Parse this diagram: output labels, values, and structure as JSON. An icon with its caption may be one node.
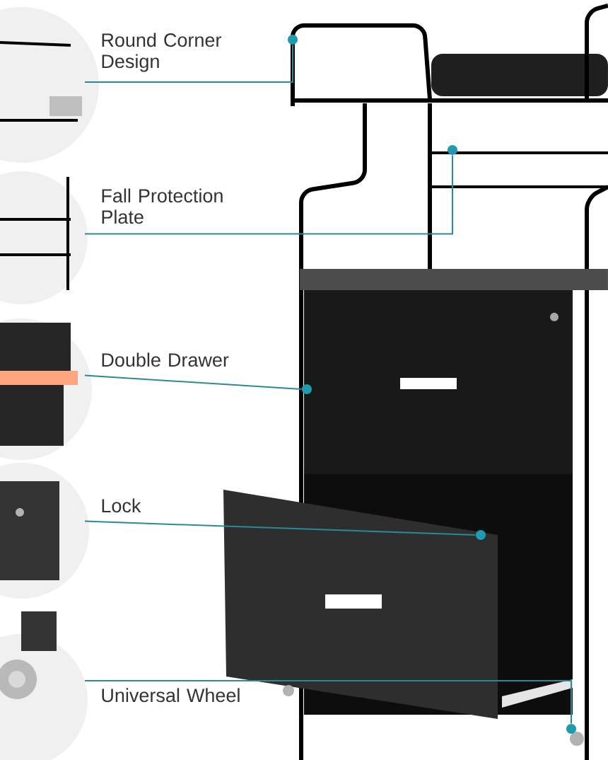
{
  "diagram": {
    "nodes": [
      {
        "text": [
          "Round Corner Design"
        ]
      },
      {
        "text": [
          "Fall Protection Plate"
        ]
      },
      {
        "text": [
          "Double Drawer"
        ]
      },
      {
        "text": [
          "Lock"
        ]
      },
      {
        "text": [
          "Universal Wheel"
        ]
      },
      {
        "text": [],
        "shape": "circle"
      },
      {
        "text": [],
        "shape": "circle"
      },
      {
        "text": [],
        "shape": "circle"
      },
      {
        "text": [],
        "shape": "circle"
      },
      {
        "text": [],
        "shape": "circle"
      }
    ],
    "edges": [
      {
        "from": 0,
        "to": 5,
        "arrow": "none"
      },
      {
        "from": 1,
        "to": 6,
        "arrow": "none"
      },
      {
        "from": 2,
        "to": 7,
        "arrow": "none"
      },
      {
        "from": 3,
        "to": 8,
        "arrow": "none"
      },
      {
        "from": 4,
        "to": 9,
        "arrow": "none"
      }
    ]
  }
}
